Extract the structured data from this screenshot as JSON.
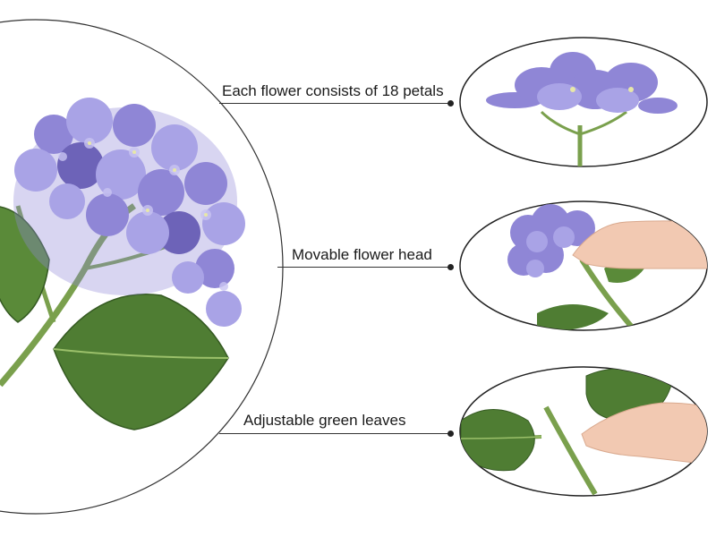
{
  "callouts": [
    {
      "text": "Each flower consists of 18 petals"
    },
    {
      "text": "Movable flower head"
    },
    {
      "text": "Adjustable green leaves"
    }
  ],
  "colors": {
    "petal_light": "#a9a3e6",
    "petal_mid": "#8f86d6",
    "petal_dark": "#6d63b8",
    "leaf": "#4f7d33",
    "leaf_dark": "#355a22",
    "stem": "#7aa04d",
    "skin": "#f2c9b2",
    "outline": "#222222"
  }
}
